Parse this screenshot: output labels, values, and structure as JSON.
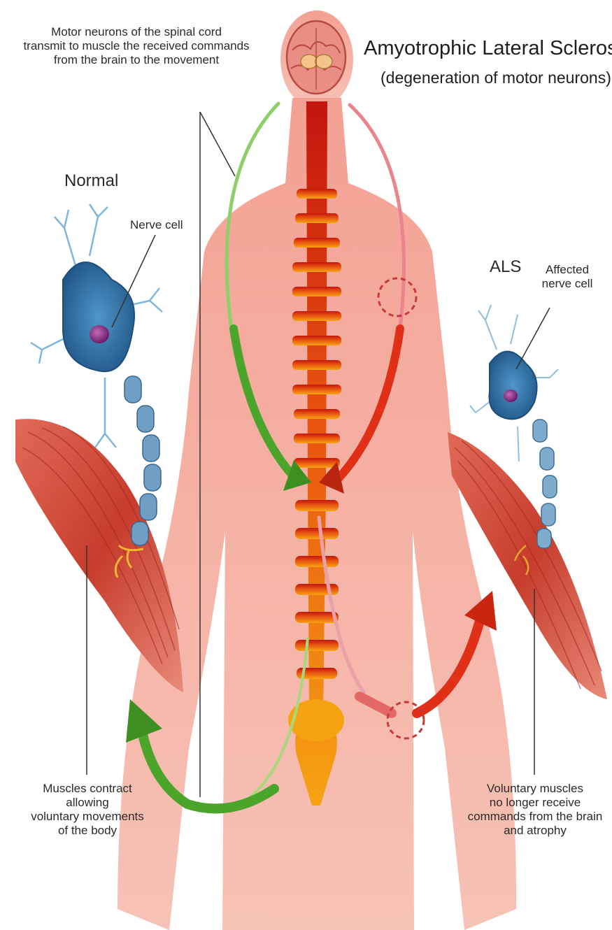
{
  "title": "Amyotrophic Lateral Sclerosis",
  "subtitle": "(degeneration of motor neurons)",
  "motor_note": [
    "Motor neurons of the spinal cord",
    "transmit to muscle the received commands",
    "from the brain to the movement"
  ],
  "normal": {
    "heading": "Normal",
    "cell_label": "Nerve cell",
    "muscle_note": [
      "Muscles contract",
      "allowing",
      "voluntary movements",
      "of the body"
    ]
  },
  "als": {
    "heading": "ALS",
    "cell_label": [
      "Affected",
      "nerve cell"
    ],
    "muscle_note": [
      "Voluntary muscles",
      "no longer receive",
      "commands from the brain",
      "and atrophy"
    ]
  },
  "colors": {
    "background": "#ffffff",
    "body": "#f4a99d",
    "spine_top": "#c3150f",
    "spine_bottom": "#f39a10",
    "normal_arrow": "#5cb830",
    "als_arrow": "#e03018",
    "neuron": "#3a78a8",
    "muscle": "#c84232",
    "text": "#2a2a2a"
  }
}
